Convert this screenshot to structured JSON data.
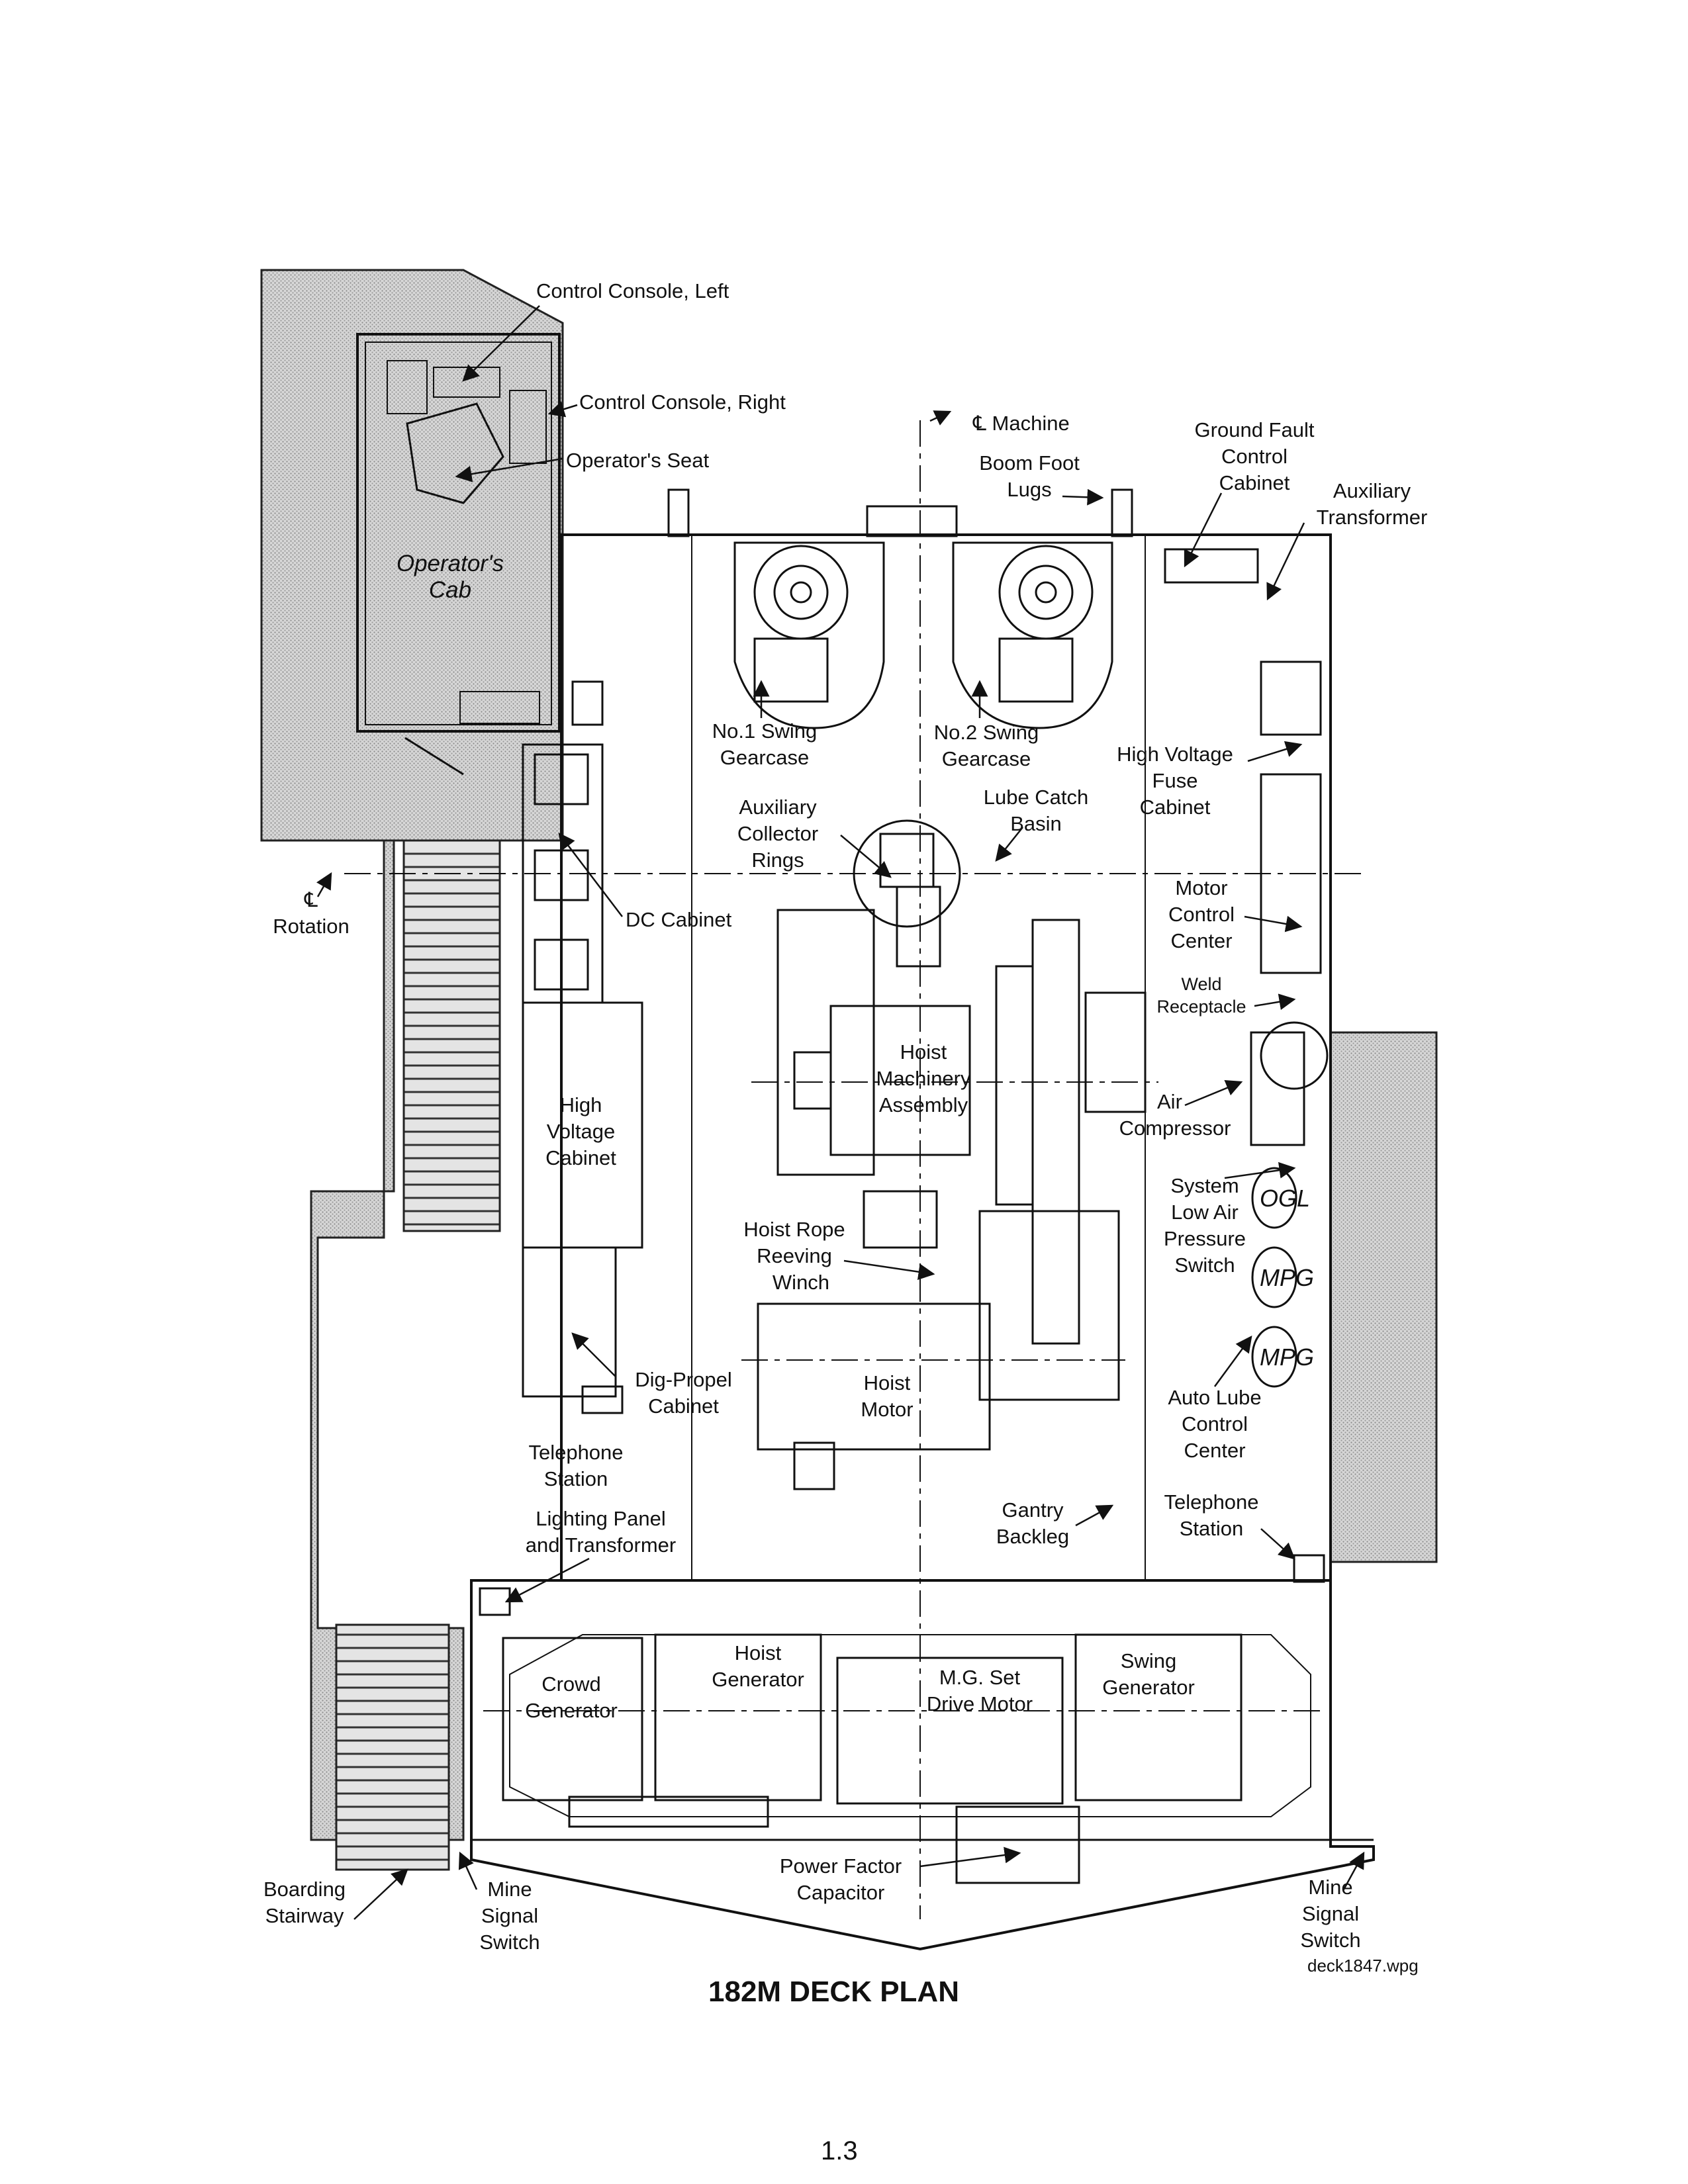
{
  "title": "182M  DECK PLAN",
  "file_name": "deck1847.wpg",
  "page_number": "1.3",
  "labels": {
    "control_console_left": "Control Console, Left",
    "control_console_right": "Control Console, Right",
    "operators_seat": "Operator's Seat",
    "operators_cab": [
      "Operator's",
      "Cab"
    ],
    "machine_centerline": "℄ Machine",
    "boom_foot_lugs": [
      "Boom Foot",
      "Lugs"
    ],
    "ground_fault_control_cabinet": [
      "Ground Fault",
      "Control",
      "Cabinet"
    ],
    "auxiliary_transformer": [
      "Auxiliary",
      "Transformer"
    ],
    "no1_swing_gearcase": [
      "No.1 Swing",
      "Gearcase"
    ],
    "no2_swing_gearcase": [
      "No.2 Swing",
      "Gearcase"
    ],
    "high_voltage_fuse_cabinet": [
      "High Voltage",
      "Fuse",
      "Cabinet"
    ],
    "auxiliary_collector_rings": [
      "Auxiliary",
      "Collector",
      "Rings"
    ],
    "lube_catch_basin": [
      "Lube Catch",
      "Basin"
    ],
    "rotation_centerline": [
      "℄",
      "Rotation"
    ],
    "dc_cabinet": "DC Cabinet",
    "motor_control_center": [
      "Motor",
      "Control",
      "Center"
    ],
    "weld_receptacle": [
      "Weld",
      "Receptacle"
    ],
    "hoist_machinery_assembly": [
      "Hoist",
      "Machinery",
      "Assembly"
    ],
    "high_voltage_cabinet": [
      "High",
      "Voltage",
      "Cabinet"
    ],
    "air_compressor": [
      "Air",
      "Compressor"
    ],
    "system_low_air_pressure_switch": [
      "System",
      "Low Air",
      "Pressure",
      "Switch"
    ],
    "ogl": "OGL",
    "mpg_1": "MPG",
    "mpg_2": "MPG",
    "hoist_rope_reeving_winch": [
      "Hoist Rope",
      "Reeving",
      "Winch"
    ],
    "dig_propel_cabinet": [
      "Dig-Propel",
      "Cabinet"
    ],
    "hoist_motor": [
      "Hoist",
      "Motor"
    ],
    "auto_lube_control_center": [
      "Auto Lube",
      "Control",
      "Center"
    ],
    "telephone_station_left": [
      "Telephone",
      "Station"
    ],
    "telephone_station_right": [
      "Telephone",
      "Station"
    ],
    "lighting_panel": [
      "Lighting Panel",
      "and Transformer"
    ],
    "gantry_backleg": [
      "Gantry",
      "Backleg"
    ],
    "crowd_generator": [
      "Crowd",
      "Generator"
    ],
    "hoist_generator": [
      "Hoist",
      "Generator"
    ],
    "mg_set_drive_motor": [
      "M.G. Set",
      "Drive Motor"
    ],
    "swing_generator": [
      "Swing",
      "Generator"
    ],
    "power_factor_capacitor": [
      "Power Factor",
      "Capacitor"
    ],
    "boarding_stairway": [
      "Boarding",
      "Stairway"
    ],
    "mine_signal_switch_left": [
      "Mine",
      "Signal",
      "Switch"
    ],
    "mine_signal_switch_right": [
      "Mine",
      "Signal",
      "Switch"
    ]
  }
}
